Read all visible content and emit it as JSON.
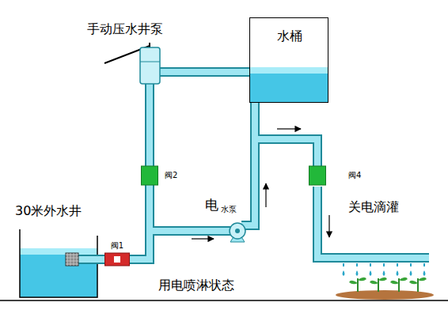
{
  "diagram": {
    "nodes": [
      {
        "text": [
          "手动压水井泵"
        ]
      },
      {
        "text": [
          "水桶"
        ]
      },
      {
        "text": [
          "阀2"
        ]
      },
      {
        "text": [
          "阀4"
        ]
      },
      {
        "text": [
          "30米外水井"
        ]
      },
      {
        "text": [
          "电",
          "水泵"
        ]
      },
      {
        "text": [
          "阀1"
        ]
      }
    ],
    "edges": [
      {
        "from": 4,
        "to": 6,
        "arrow": "none"
      },
      {
        "from": 6,
        "to": 2,
        "arrow": "none"
      },
      {
        "from": 2,
        "to": 0,
        "arrow": "none"
      },
      {
        "from": 0,
        "to": 1,
        "arrow": "none"
      },
      {
        "from": 6,
        "to": 5,
        "arrow": "none"
      },
      {
        "from": 5,
        "to": 1,
        "arrow": "none"
      },
      {
        "from": 5,
        "to": 3,
        "arrow": "none"
      },
      {
        "from": 1,
        "to": 3,
        "arrow": "none"
      }
    ],
    "labels": [
      "关电滴灌",
      "用电喷淋状态"
    ]
  }
}
